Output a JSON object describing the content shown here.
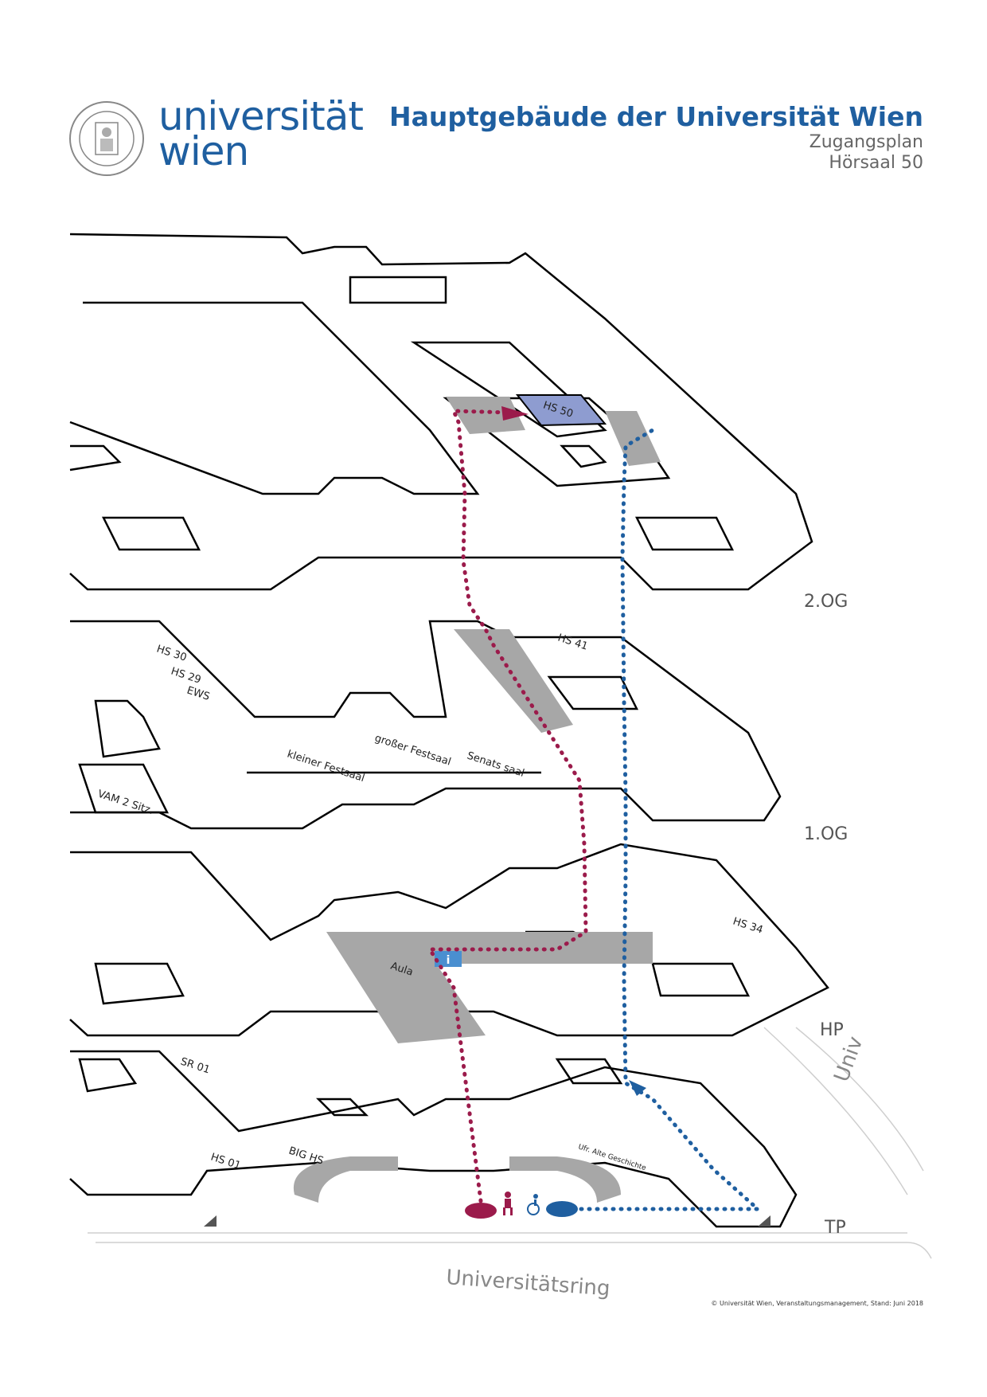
{
  "header": {
    "brand_line1": "universität",
    "brand_line2": "wien",
    "title": "Hauptgebäude der Universität Wien",
    "subtitle1": "Zugangsplan",
    "subtitle2": "Hörsaal 50"
  },
  "floors": {
    "og2": "2.OG",
    "og1": "1.OG",
    "hp": "HP",
    "tp": "TP"
  },
  "rooms": {
    "hs50": "HS 50",
    "hs41": "HS 41",
    "hs30": "HS 30",
    "hs29": "HS 29",
    "ews": "EWS",
    "kleiner": "kleiner Festsaal",
    "grosser": "großer Festsaal",
    "senats": "Senats saal",
    "vam": "VAM 2 Sitz.",
    "aula": "Aula",
    "hs34": "HS 34",
    "sr01": "SR 01",
    "hs01": "HS 01",
    "bighs": "BIG HS",
    "ufr": "Ufr. Alte Geschichte"
  },
  "streets": {
    "ring": "Universitätsring",
    "univ": "Univ"
  },
  "colors": {
    "brand": "#1f5fa0",
    "route_red": "#9b1b4b",
    "route_blue": "#1f5fa0",
    "highlight": "#8e9cd0"
  },
  "footer": {
    "copyright": "© Universität Wien, Veranstaltungsmanagement, Stand: Juni 2018"
  }
}
